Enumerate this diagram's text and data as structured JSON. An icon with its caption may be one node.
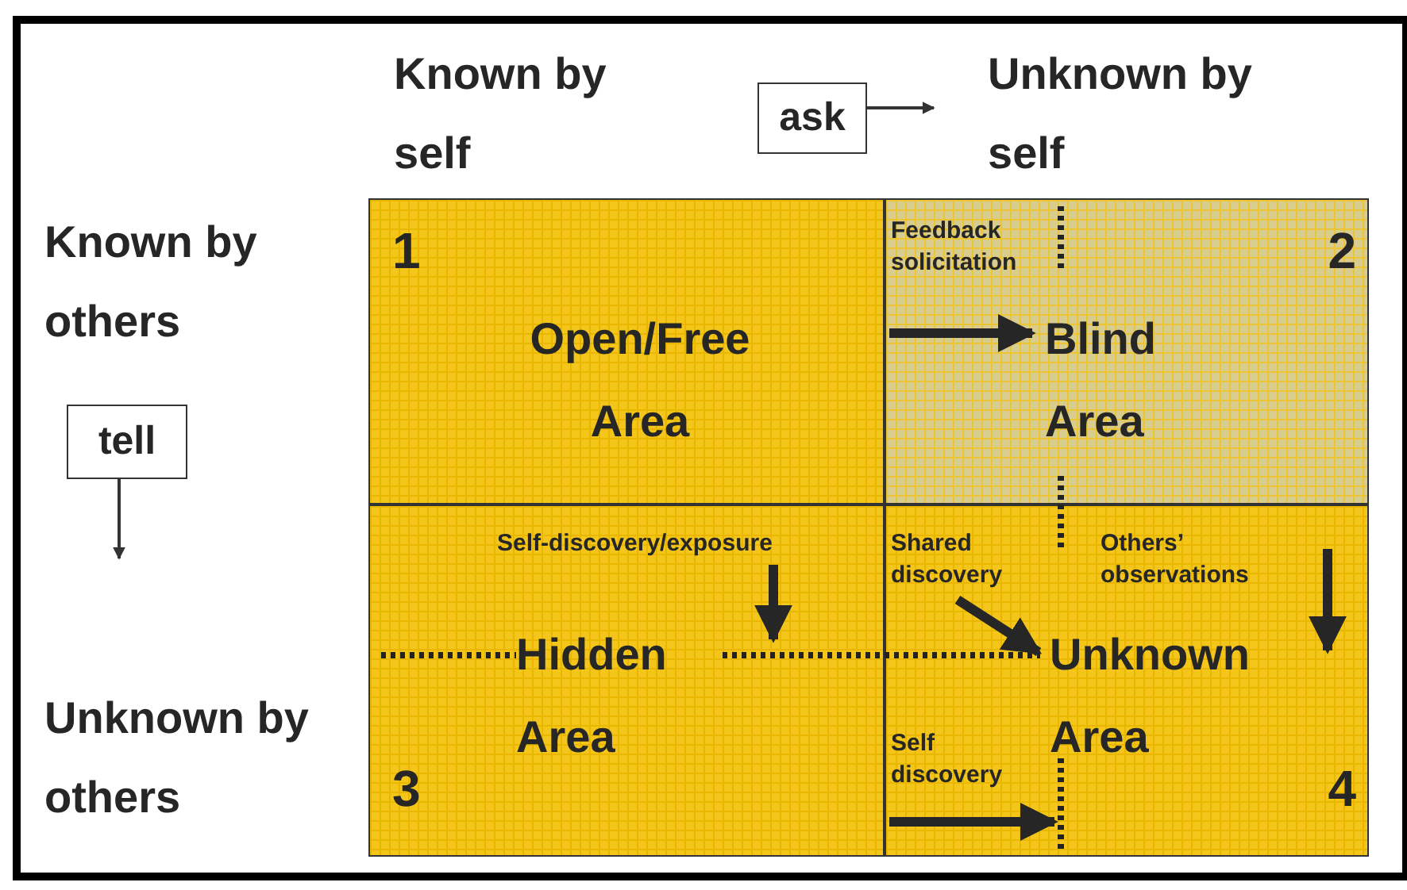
{
  "diagram": {
    "nodes": [
      {
        "text": [
          "1",
          "Open/Free Area"
        ]
      },
      {
        "text": [
          "Feedback solicitation",
          "2",
          "Blind Area"
        ]
      },
      {
        "text": [
          "Self-discovery/exposure",
          "Hidden Area",
          "3"
        ]
      },
      {
        "text": [
          "Shared discovery",
          "Others’ observations",
          "Unknown Area",
          "Self discovery",
          "4"
        ]
      },
      {
        "text": [
          "ask"
        ]
      },
      {
        "text": [
          "tell"
        ]
      }
    ],
    "edges": [
      {
        "from": 4,
        "to": null,
        "arrow": "to"
      },
      {
        "from": 5,
        "to": null,
        "arrow": "to"
      }
    ],
    "labels": [
      "Known by self",
      "Unknown by self",
      "Known by others",
      "Unknown by others"
    ]
  }
}
